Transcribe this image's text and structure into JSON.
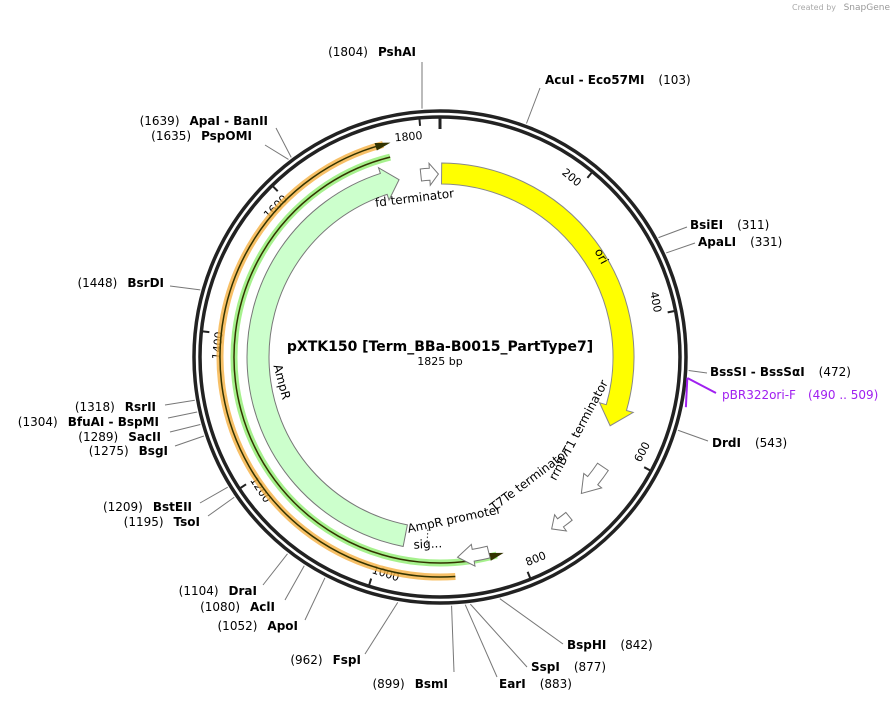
{
  "credit": {
    "prefix": "Created by",
    "brand": "SnapGene"
  },
  "plasmid": {
    "name": "pXTK150 [Term_BBa-B0015_PartType7]",
    "length_label": "1825 bp",
    "length": 1825
  },
  "ticks": [
    "200",
    "400",
    "600",
    "800",
    "1000",
    "1200",
    "1400",
    "1600",
    "1800"
  ],
  "features": [
    {
      "name": "ori",
      "color": "#ffff00",
      "start": 3,
      "end": 568,
      "direction": "forward"
    },
    {
      "name": "AmpR",
      "color": "#ccffcc",
      "start": 893,
      "end": 1755,
      "direction": "forward"
    },
    {
      "name": "sig...",
      "color": "#ccffcc"
    },
    {
      "name": "fd terminator",
      "color": "#ffffff"
    },
    {
      "name": "rrnB T1 terminator",
      "color": "#ffffff"
    },
    {
      "name": "T7Te terminator",
      "color": "#ffffff"
    },
    {
      "name": "AmpR promoter",
      "color": "#ffffff"
    }
  ],
  "highlight_colors": {
    "orange": "#f5b041",
    "green": "#90ee70",
    "line": "#333300"
  },
  "primer": {
    "name": "pBR322ori-F",
    "range": "(490 .. 509)",
    "color": "#a020f0"
  },
  "enzymes": [
    {
      "name": "PshAI",
      "pos": 1804
    },
    {
      "name": "AcuI  - Eco57MI",
      "pos": 103
    },
    {
      "name": "BsiEI",
      "pos": 311
    },
    {
      "name": "ApaLI",
      "pos": 331
    },
    {
      "name": "BssSI  - BssSαI",
      "pos": 472
    },
    {
      "name": "DrdI",
      "pos": 543
    },
    {
      "name": "BspHI",
      "pos": 842
    },
    {
      "name": "SspI",
      "pos": 877
    },
    {
      "name": "EarI",
      "pos": 883
    },
    {
      "name": "BsmI",
      "pos": 899
    },
    {
      "name": "FspI",
      "pos": 962
    },
    {
      "name": "ApoI",
      "pos": 1052
    },
    {
      "name": "AclI",
      "pos": 1080
    },
    {
      "name": "DraI",
      "pos": 1104
    },
    {
      "name": "TsoI",
      "pos": 1195
    },
    {
      "name": "BstEII",
      "pos": 1209
    },
    {
      "name": "BsgI",
      "pos": 1275
    },
    {
      "name": "SacII",
      "pos": 1289
    },
    {
      "name": "BfuAI  - BspMI",
      "pos": 1304
    },
    {
      "name": "RsrII",
      "pos": 1318
    },
    {
      "name": "BsrDI",
      "pos": 1448
    },
    {
      "name": "PspOMI",
      "pos": 1635
    },
    {
      "name": "ApaI  - BanII",
      "pos": 1639
    }
  ]
}
